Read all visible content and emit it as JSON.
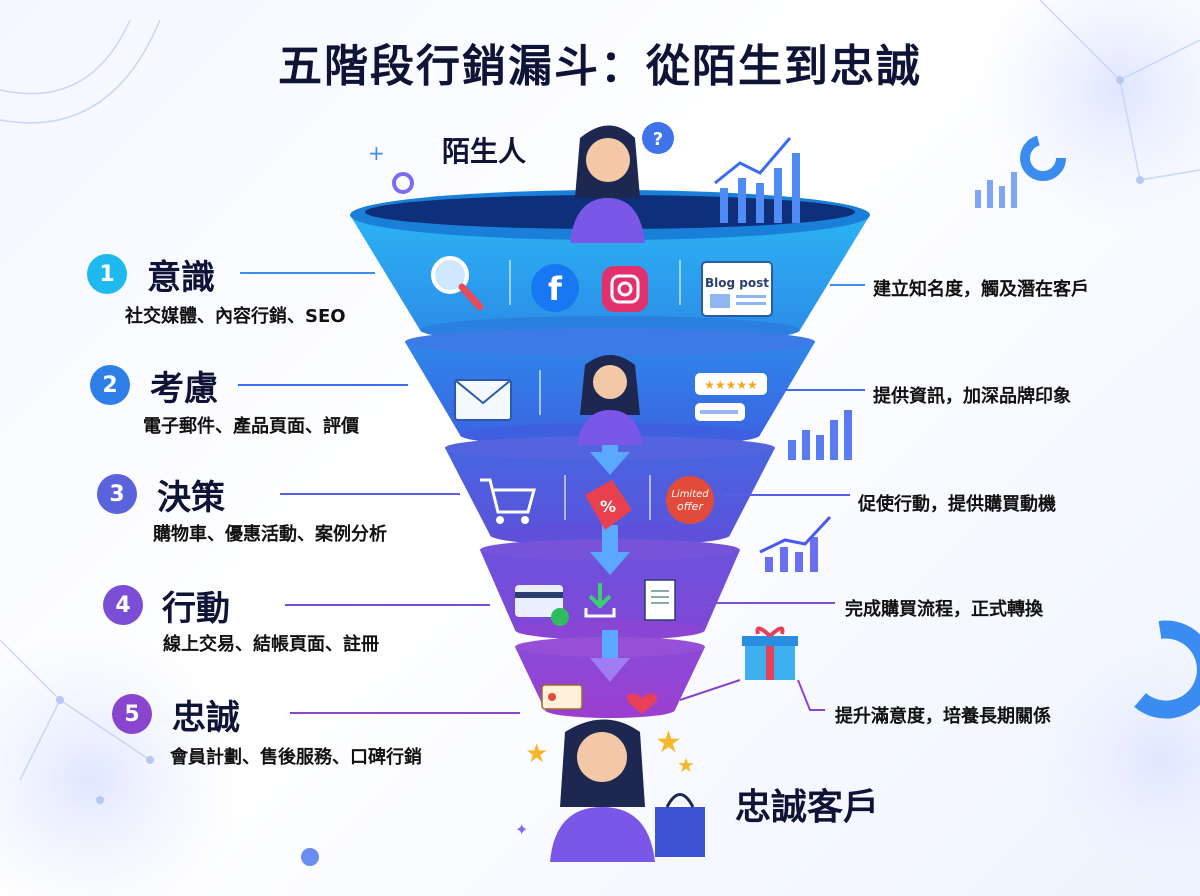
{
  "title": "五階段行銷漏斗：從陌生到忠誠",
  "top_persona": "陌生人",
  "bottom_persona": "忠誠客戶",
  "stages": [
    {
      "num": "1",
      "name": "意識",
      "sub": "社交媒體、內容行銷、SEO",
      "desc": "建立知名度，觸及潛在客戶",
      "color": "#1fb8ef"
    },
    {
      "num": "2",
      "name": "考慮",
      "sub": "電子郵件、產品頁面、評價",
      "desc": "提供資訊，加深品牌印象",
      "color": "#2f7fe8"
    },
    {
      "num": "3",
      "name": "決策",
      "sub": "購物車、優惠活動、案例分析",
      "desc": "促使行動，提供購買動機",
      "color": "#5a63dc"
    },
    {
      "num": "4",
      "name": "行動",
      "sub": "線上交易、結帳頁面、註冊",
      "desc": "完成購買流程，正式轉換",
      "color": "#7a4fd6"
    },
    {
      "num": "5",
      "name": "忠誠",
      "sub": "會員計劃、售後服務、口碑行銷",
      "desc": "提升滿意度，培養長期關係",
      "color": "#8a45cf"
    }
  ],
  "icons": {
    "blog_post": "Blog post",
    "limited_offer_1": "Limited",
    "limited_offer_2": "offer",
    "percent": "%",
    "question": "?"
  }
}
